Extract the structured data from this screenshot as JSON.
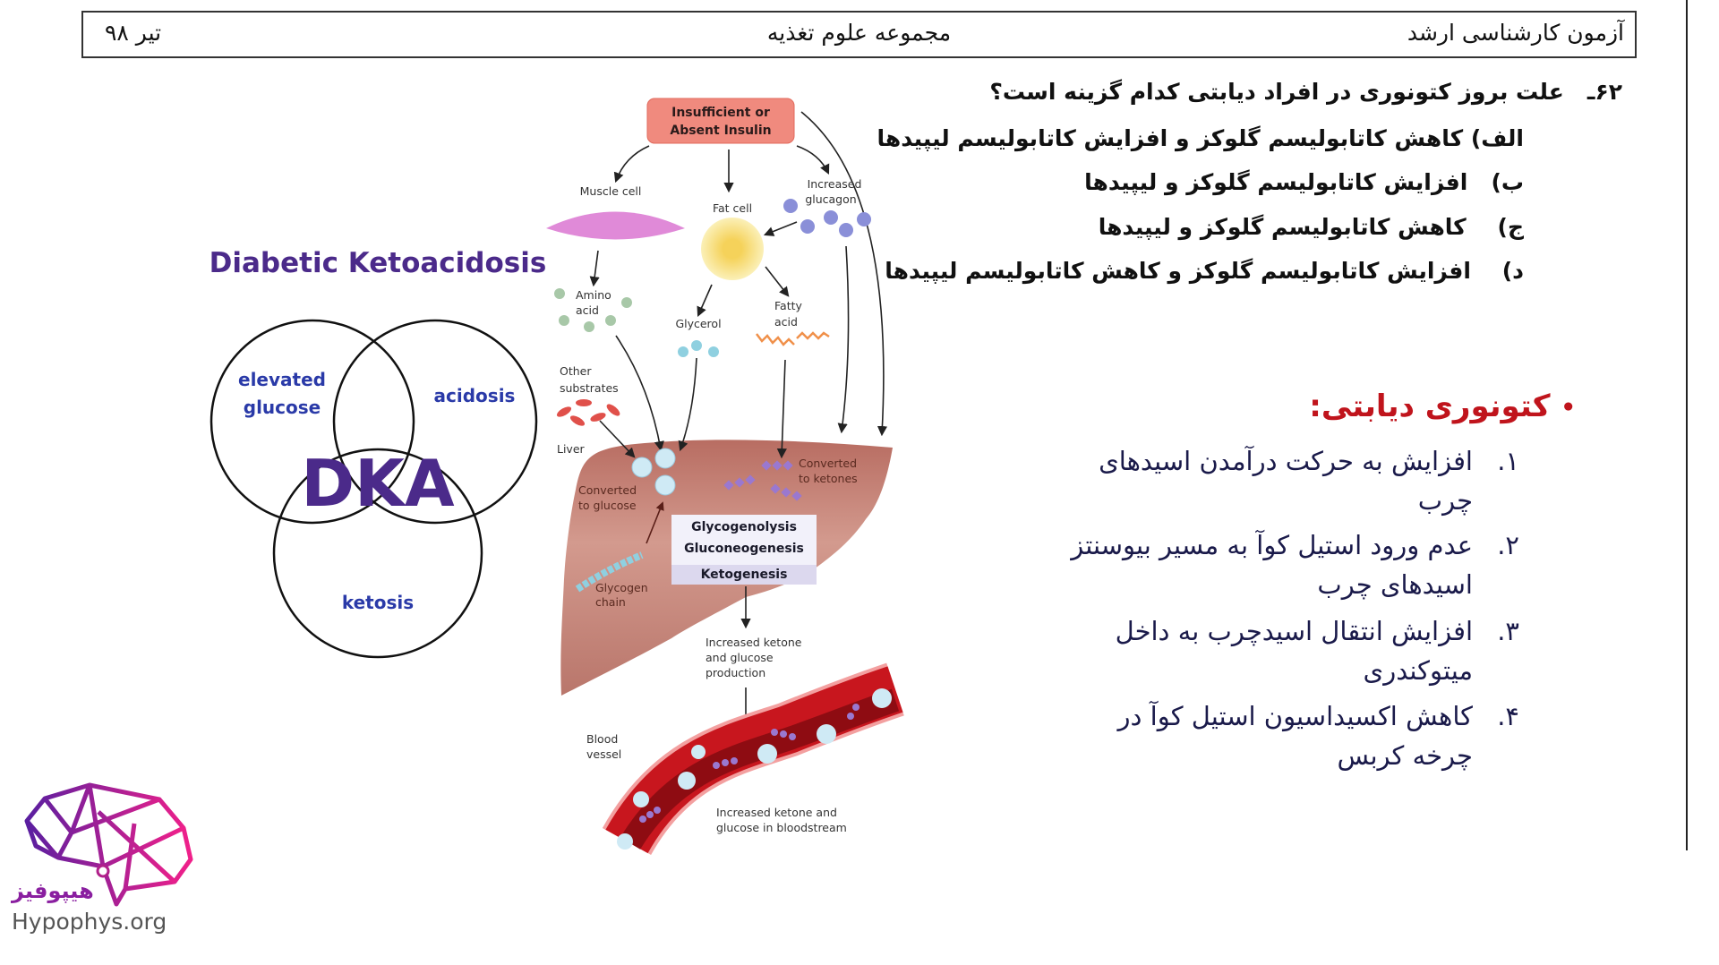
{
  "header": {
    "right": "آزمون کارشناسی ارشد",
    "center": "مجموعه علوم تغذیه",
    "left": "تیر ۹۸"
  },
  "question": {
    "number": "۶۲ـ",
    "text": "علت بروز کتونوری در افراد دیابتی کدام گزینه است؟",
    "options": [
      {
        "label": "الف)",
        "text": "کاهش کاتابولیسم گلوکز و افزایش کاتابولیسم لیپیدها"
      },
      {
        "label": "ب)",
        "text": "افزایش کاتابولیسم گلوکز و لیپیدها"
      },
      {
        "label": "ج)",
        "text": "کاهش کاتابولیسم گلوکز و لیپیدها"
      },
      {
        "label": "د)",
        "text": "افزایش کاتابولیسم گلوکز و کاهش کاتابولیسم لیپیدها"
      }
    ]
  },
  "notes": {
    "title": "کتونوری دیابتی:",
    "bullet_color": "#c0141c",
    "items": [
      {
        "num": "۱.",
        "lines": [
          "افزایش به حرکت درآمدن اسیدهای",
          "چرب"
        ]
      },
      {
        "num": "۲.",
        "lines": [
          "عدم ورود استیل کوآ به مسیر بیوسنتز",
          "اسیدهای چرب"
        ]
      },
      {
        "num": "۳.",
        "lines": [
          "افزایش انتقال اسیدچرب به داخل",
          "میتوکندری"
        ]
      },
      {
        "num": "۴.",
        "lines": [
          "کاهش اکسیداسیون استیل کوآ در",
          "چرخه کربس"
        ]
      }
    ]
  },
  "venn": {
    "title": "Diabetic Ketoacidosis",
    "center": "DKA",
    "sets": [
      "elevated",
      "glucose",
      "acidosis",
      "ketosis"
    ],
    "color": "#4b2a8a"
  },
  "pathway": {
    "insulin": [
      "Insufficient or",
      "Absent Insulin"
    ],
    "muscle": "Muscle cell",
    "fat": "Fat cell",
    "glucagon": [
      "Increased",
      "glucagon"
    ],
    "amino": [
      "Amino",
      "acid"
    ],
    "glycerol": "Glycerol",
    "fatty": [
      "Fatty",
      "acid"
    ],
    "other": [
      "Other",
      "substrates"
    ],
    "liver": "Liver",
    "to_glucose": [
      "Converted",
      "to glucose"
    ],
    "to_ketones": [
      "Converted",
      "to ketones"
    ],
    "processes": [
      "Glycogenolysis",
      "Gluconeogenesis",
      "Ketogenesis"
    ],
    "glycogen": [
      "Glycogen",
      "chain"
    ],
    "production": [
      "Increased ketone",
      "and glucose",
      "production"
    ],
    "vessel": [
      "Blood",
      "vessel"
    ],
    "bloodstream": [
      "Increased ketone and",
      "glucose in bloodstream"
    ]
  },
  "logo": {
    "fa": "هیپوفیز",
    "en": "Hypophys.org"
  }
}
